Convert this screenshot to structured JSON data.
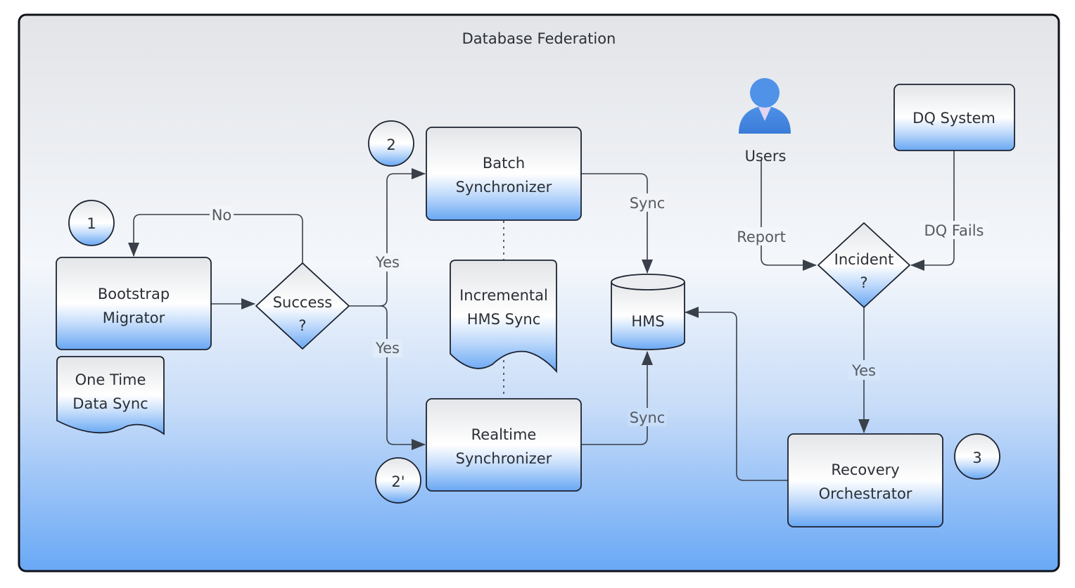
{
  "title": "Database Federation",
  "nodes": {
    "bootstrap": {
      "line1": "Bootstrap",
      "line2": "Migrator"
    },
    "one_time": {
      "line1": "One Time",
      "line2": "Data Sync"
    },
    "success": {
      "line1": "Success",
      "line2": "?"
    },
    "batch": {
      "line1": "Batch",
      "line2": "Synchronizer"
    },
    "incremental": {
      "line1": "Incremental",
      "line2": "HMS Sync"
    },
    "realtime": {
      "line1": "Realtime",
      "line2": "Synchronizer"
    },
    "hms": {
      "label": "HMS"
    },
    "users": {
      "label": "Users",
      "icon": "user-icon"
    },
    "dq_system": {
      "label": "DQ System"
    },
    "incident": {
      "line1": "Incident",
      "line2": "?"
    },
    "recovery": {
      "line1": "Recovery",
      "line2": "Orchestrator"
    }
  },
  "badges": {
    "b1": "1",
    "b2": "2",
    "b2p": "2'",
    "b3": "3"
  },
  "edge_labels": {
    "no": "No",
    "yes_batch": "Yes",
    "yes_realtime": "Yes",
    "sync_batch": "Sync",
    "sync_realtime": "Sync",
    "report": "Report",
    "dq_fails": "DQ Fails",
    "yes_incident": "Yes"
  },
  "colors": {
    "accent_blue": "#6aa9f4",
    "stroke": "#1c2230"
  }
}
